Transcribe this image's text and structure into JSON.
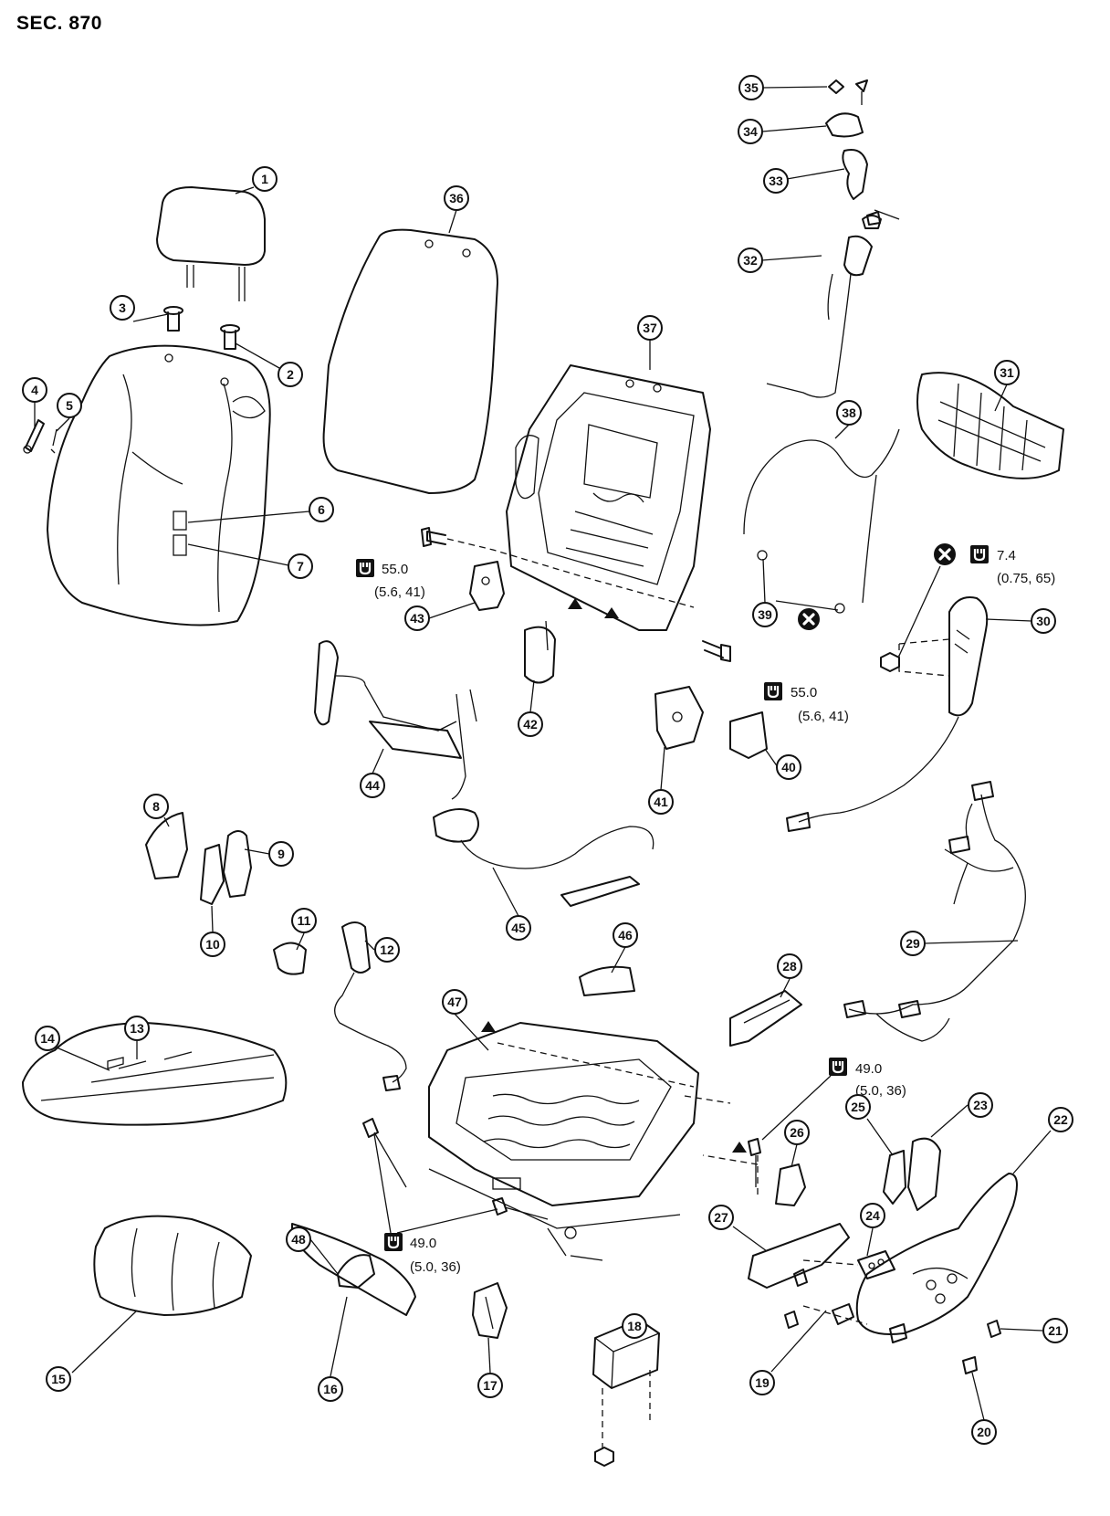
{
  "section_label": "SEC. 870",
  "callouts": {
    "c1": "1",
    "c2": "2",
    "c3": "3",
    "c4": "4",
    "c5": "5",
    "c6": "6",
    "c7": "7",
    "c8": "8",
    "c9": "9",
    "c10": "10",
    "c11": "11",
    "c12": "12",
    "c13": "13",
    "c14": "14",
    "c15": "15",
    "c16": "16",
    "c17": "17",
    "c18": "18",
    "c19": "19",
    "c20": "20",
    "c21": "21",
    "c22": "22",
    "c23": "23",
    "c24": "24",
    "c25": "25",
    "c26": "26",
    "c27": "27",
    "c28": "28",
    "c29": "29",
    "c30": "30",
    "c31": "31",
    "c32": "32",
    "c33": "33",
    "c34": "34",
    "c35": "35",
    "c36": "36",
    "c37": "37",
    "c38": "38",
    "c39": "39",
    "c40": "40",
    "c41": "41",
    "c42": "42",
    "c43": "43",
    "c44": "44",
    "c45": "45",
    "c46": "46",
    "c47": "47",
    "c48": "48"
  },
  "torques": {
    "t1_value": "55.0",
    "t1_alt": "(5.6, 41)",
    "t2_value": "55.0",
    "t2_alt": "(5.6, 41)",
    "t3_value": "7.4",
    "t3_alt": "(0.75, 65)",
    "t4_value": "49.0",
    "t4_alt": "(5.0, 36)",
    "t5_value": "49.0",
    "t5_alt": "(5.0, 36)"
  },
  "icons": {
    "torque": "torque-wrench-icon",
    "do_not_reuse": "do-not-reuse-icon",
    "marker": "triangle-marker-icon"
  }
}
